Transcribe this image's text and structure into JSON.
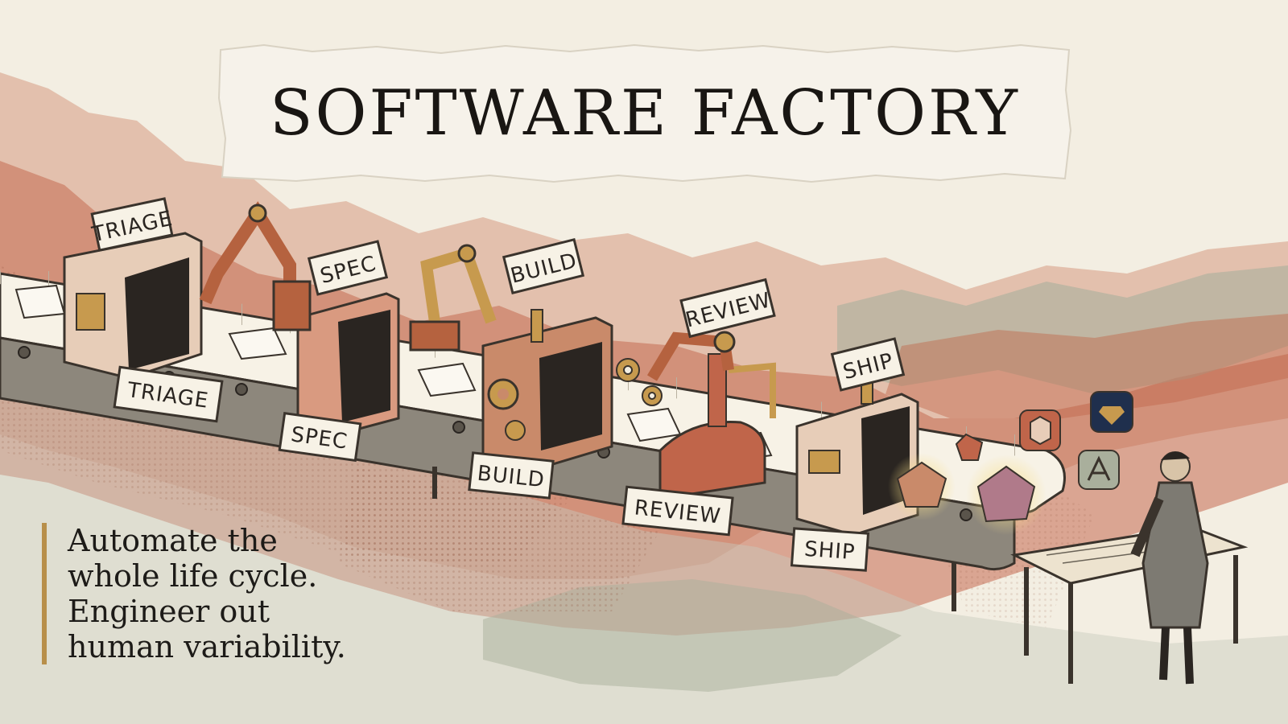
{
  "title": "SOFTWARE FACTORY",
  "stages": {
    "triage": "TRIAGE",
    "spec": "SPEC",
    "build": "BUILD",
    "review": "REVIEW",
    "ship": "SHIP"
  },
  "tagline": {
    "lines": [
      "Automate the",
      "whole life cycle.",
      "Engineer out",
      "human variability."
    ]
  },
  "colors": {
    "paper": "#f3eee2",
    "rust": "#c0654a",
    "sage": "#a9af9c",
    "gold": "#b88f4a",
    "ink": "#1d1b18"
  },
  "icons": [
    "app-icon-cube",
    "app-icon-diamond",
    "app-icon-store"
  ]
}
